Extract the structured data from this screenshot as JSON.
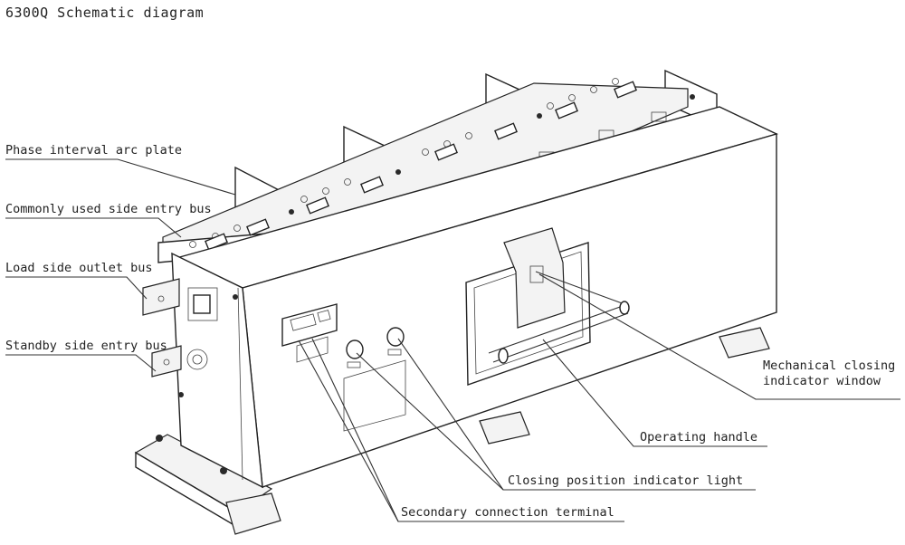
{
  "title": "6300Q Schematic diagram",
  "labels": {
    "phase_interval_arc_plate": "Phase interval arc plate",
    "commonly_used_side_entry_bus": "Commonly used side entry bus",
    "load_side_outlet_bus": "Load side outlet bus",
    "standby_side_entry_bus": "Standby side entry bus",
    "mechanical_closing_line1": "Mechanical closing",
    "mechanical_closing_line2": "indicator window",
    "operating_handle": "Operating handle",
    "closing_position_indicator_light": "Closing position indicator light",
    "secondary_connection_terminal": "Secondary connection terminal"
  }
}
